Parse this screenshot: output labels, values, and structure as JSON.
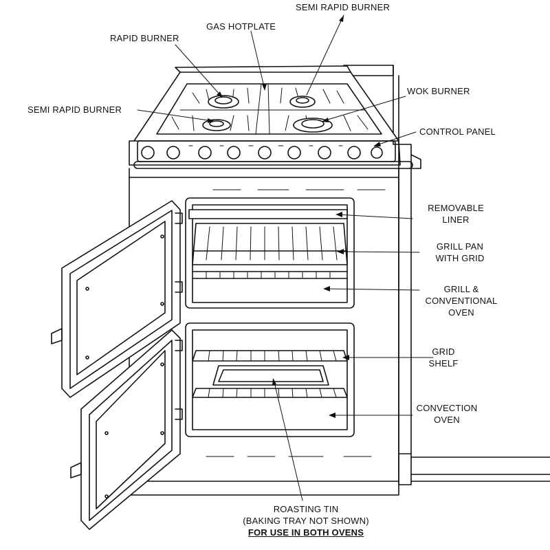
{
  "labels": {
    "semi_rapid_top": "SEMI RAPID BURNER",
    "gas_hotplate": "GAS HOTPLATE",
    "rapid_burner": "RAPID BURNER",
    "wok_burner": "WOK BURNER",
    "semi_rapid_left": "SEMI RAPID BURNER",
    "control_panel": "CONTROL PANEL",
    "removable_liner_1": "REMOVABLE",
    "removable_liner_2": "LINER",
    "grill_pan_1": "GRILL PAN",
    "grill_pan_2": "WITH GRID",
    "grill_oven_1": "GRILL &",
    "grill_oven_2": "CONVENTIONAL",
    "grill_oven_3": "OVEN",
    "grid_shelf_1": "GRID",
    "grid_shelf_2": "SHELF",
    "convection_1": "CONVECTION",
    "convection_2": "OVEN",
    "roasting_1": "ROASTING TIN",
    "roasting_2": "(BAKING TRAY NOT SHOWN)",
    "roasting_3": "FOR USE IN BOTH OVENS"
  }
}
